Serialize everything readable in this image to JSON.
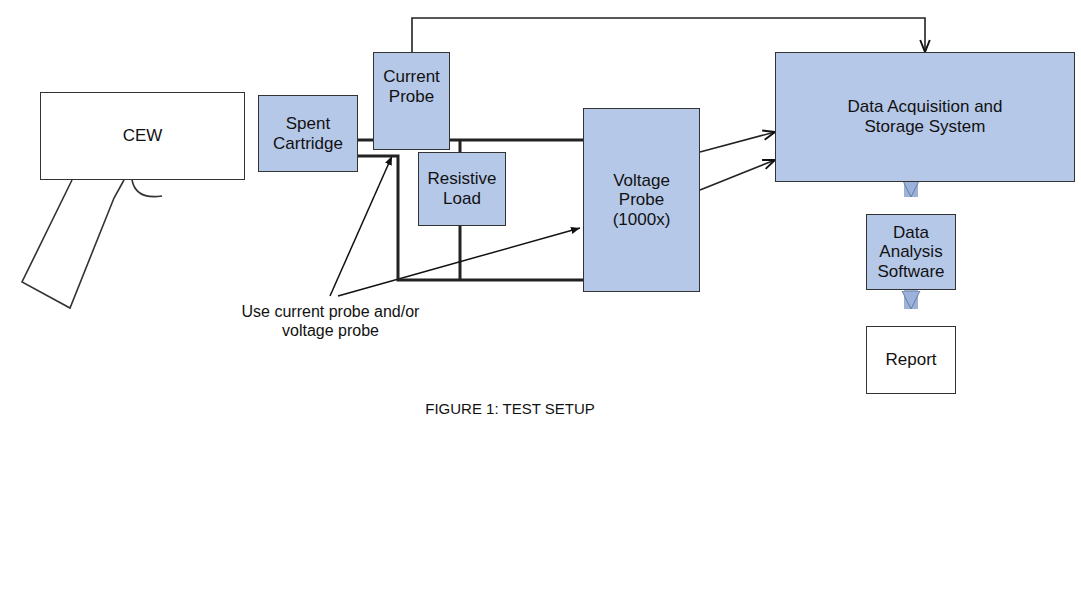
{
  "diagram": {
    "caption": "FIGURE 1: TEST SETUP",
    "nodes": [
      {
        "text": [
          "CEW"
        ]
      },
      {
        "text": [
          "Spent Cartridge"
        ]
      },
      {
        "text": [
          "Current Probe"
        ]
      },
      {
        "text": [
          "Resistive Load"
        ]
      },
      {
        "text": [
          "Voltage Probe (1000x)"
        ]
      },
      {
        "text": [
          "Data Acquisition and Storage System"
        ]
      },
      {
        "text": [
          "Data Analysis Software"
        ]
      },
      {
        "text": [
          "Report"
        ]
      }
    ],
    "edges": [
      {
        "from": 1,
        "to": 2,
        "arrow": "none"
      },
      {
        "from": 2,
        "to": 4,
        "arrow": "none"
      },
      {
        "from": 1,
        "to": 4,
        "arrow": "none"
      },
      {
        "from": 2,
        "to": 5,
        "arrow": "to"
      },
      {
        "from": 4,
        "to": 5,
        "arrow": "to"
      },
      {
        "from": 4,
        "to": 5,
        "arrow": "to"
      },
      {
        "from": 5,
        "to": 6,
        "arrow": "to"
      },
      {
        "from": 6,
        "to": 7,
        "arrow": "to"
      }
    ],
    "labels": [
      "Use current probe and/or voltage probe"
    ]
  }
}
